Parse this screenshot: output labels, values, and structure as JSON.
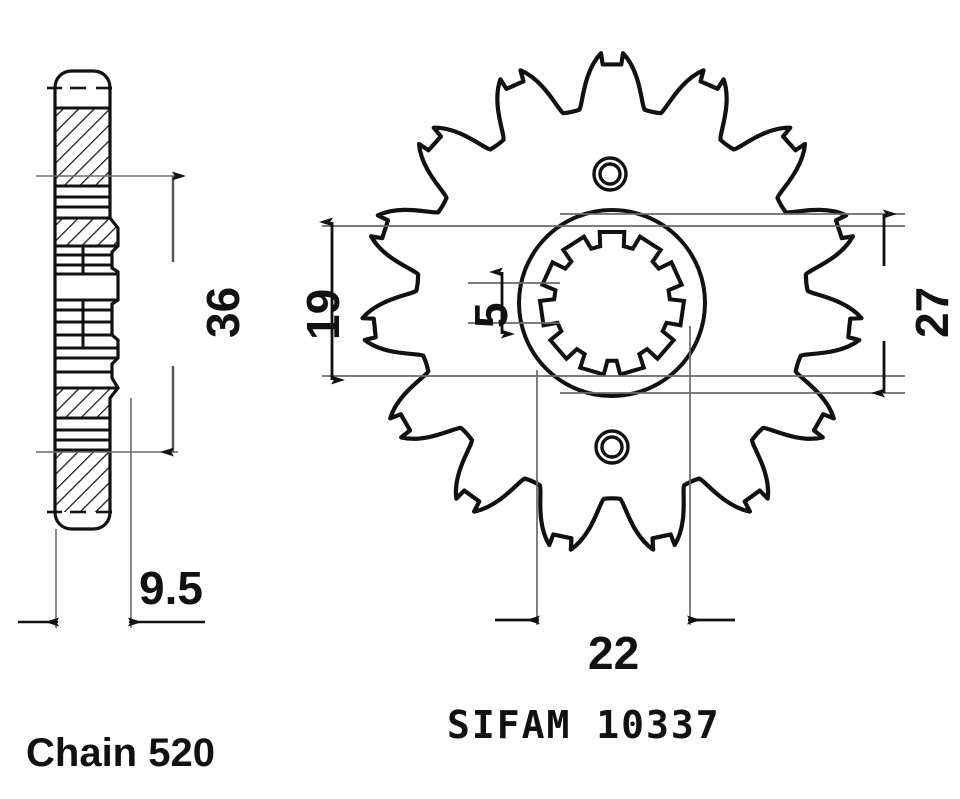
{
  "drawing": {
    "title_part_number": "SIFAM  10337",
    "chain_label": "Chain 520",
    "stroke_color": "#111111",
    "thin_color": "#555555",
    "background": "#ffffff"
  },
  "dimensions": {
    "thickness_overall": "36",
    "tooth_width": "9.5",
    "spline_minor": "19",
    "spline_tooth": "5",
    "hub_outer": "27",
    "bolt_spacing": "22"
  },
  "views": {
    "section_view": {
      "name": "side-section-view",
      "dims": [
        "36",
        "9.5"
      ]
    },
    "front_view": {
      "name": "front-sprocket-view",
      "teeth_count": 15,
      "bolt_holes": 2,
      "dims": [
        "19",
        "5",
        "27",
        "22"
      ]
    }
  },
  "icons": {
    "bolt_hole": "circle-hole-icon",
    "spline_bore": "splined-bore-icon",
    "arrow": "dimension-arrow-icon"
  }
}
